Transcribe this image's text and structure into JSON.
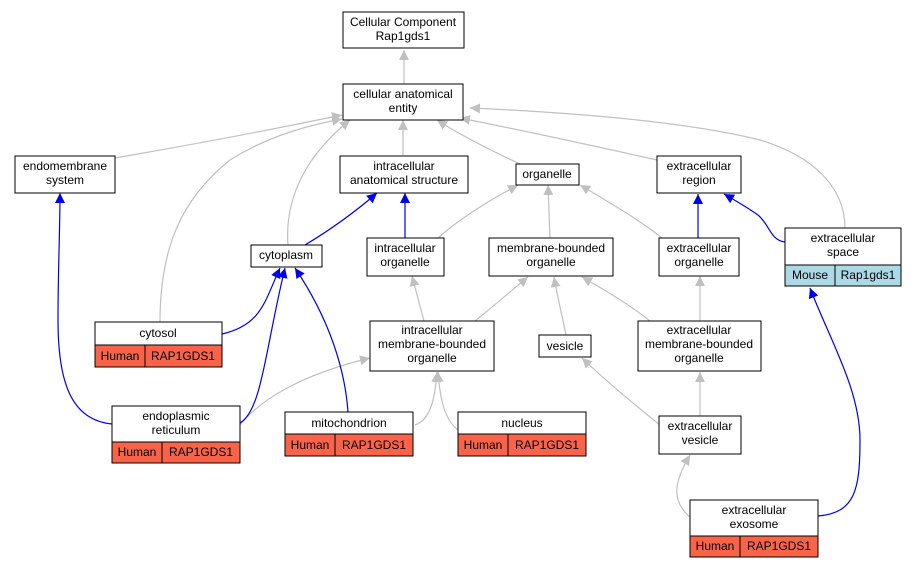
{
  "colors": {
    "human_cell": "#f9634a",
    "mouse_cell": "#add8e6",
    "gray_edge": "#c0c0c0",
    "blue_edge": "#0000ee"
  },
  "nodes": {
    "root": [
      "Cellular Component",
      "Rap1gds1"
    ],
    "cae": [
      "cellular anatomical",
      "entity"
    ],
    "endo": [
      "endomembrane",
      "system"
    ],
    "ias": [
      "intracellular",
      "anatomical structure"
    ],
    "organelle": [
      "organelle"
    ],
    "er": [
      "extracellular",
      "region"
    ],
    "cytoplasm": [
      "cytoplasm"
    ],
    "io": [
      "intracellular",
      "organelle"
    ],
    "mbo": [
      "membrane-bounded",
      "organelle"
    ],
    "eo": [
      "extracellular",
      "organelle"
    ],
    "es": [
      "extracellular",
      "space"
    ],
    "cytosol": [
      "cytosol"
    ],
    "imbo": [
      "intracellular",
      "membrane-bounded",
      "organelle"
    ],
    "vesicle": [
      "vesicle"
    ],
    "embo": [
      "extracellular",
      "membrane-bounded",
      "organelle"
    ],
    "endoret": [
      "endoplasmic",
      "reticulum"
    ],
    "mito": [
      "mitochondrion"
    ],
    "nucleus": [
      "nucleus"
    ],
    "ev": [
      "extracellular",
      "vesicle"
    ],
    "exo": [
      "extracellular",
      "exosome"
    ]
  },
  "annotations": {
    "es": [
      "Mouse",
      "Rap1gds1"
    ],
    "cytosol": [
      "Human",
      "RAP1GDS1"
    ],
    "endoret": [
      "Human",
      "RAP1GDS1"
    ],
    "mito": [
      "Human",
      "RAP1GDS1"
    ],
    "nucleus": [
      "Human",
      "RAP1GDS1"
    ],
    "exo": [
      "Human",
      "RAP1GDS1"
    ]
  }
}
